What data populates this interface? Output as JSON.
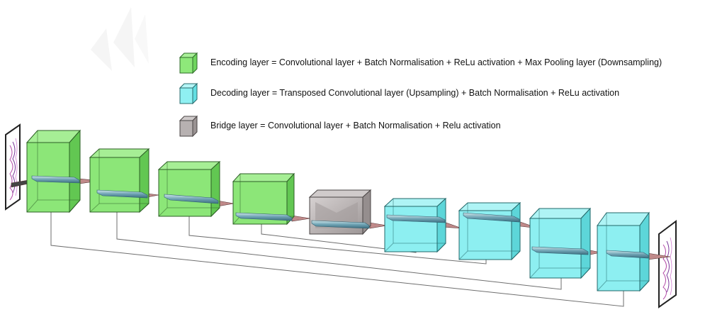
{
  "legend": {
    "encoding": "Encoding layer = Convolutional layer + Batch Normalisation +  ReLu activation + Max Pooling layer (Downsampling)",
    "decoding": "Decoding layer =  Transposed Convolutional layer (Upsampling)  + Batch Normalisation +  ReLu activation",
    "bridge": "Bridge layer = Convolutional layer  + Batch Normalisation +  Relu activation"
  },
  "colors": {
    "encoding": "#8ee87a",
    "decoding": "#8ff0f2",
    "bridge": "#b7b1b1",
    "skip_line": "#6e6e6e",
    "arrow": "#b07878"
  },
  "icons": {
    "input_image": "input-image-icon",
    "output_image": "output-image-icon"
  }
}
